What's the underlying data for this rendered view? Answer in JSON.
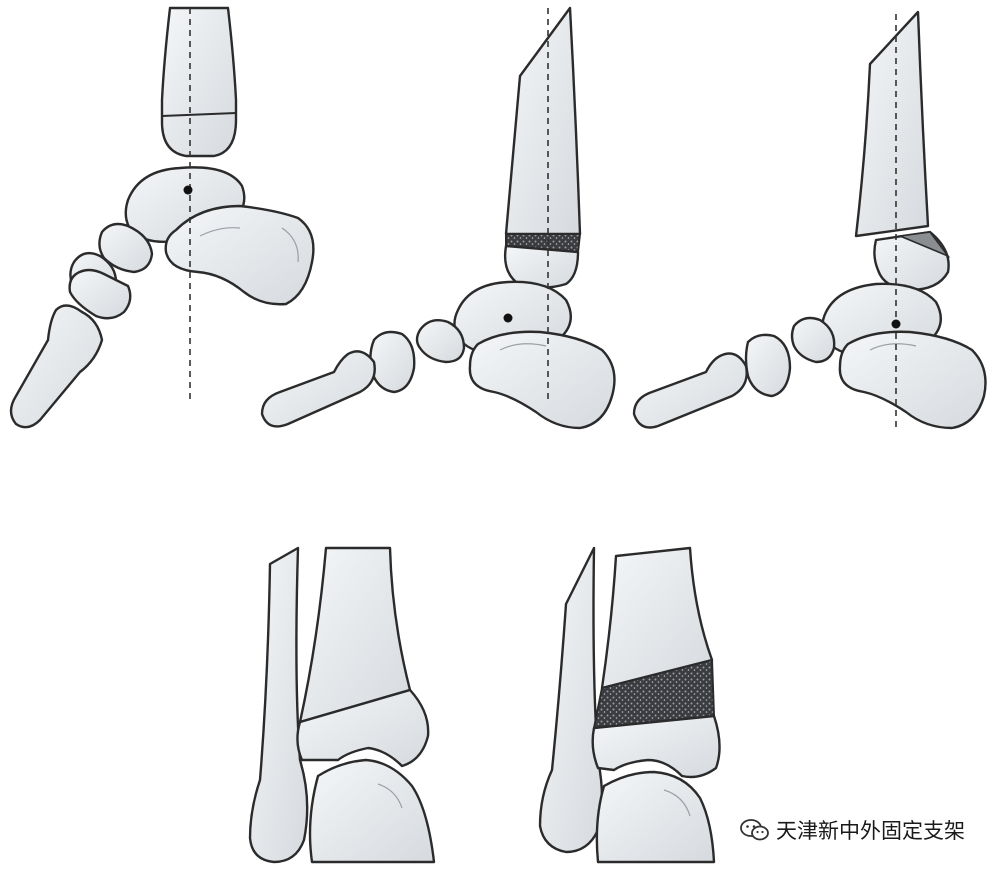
{
  "watermark": {
    "icon": "wechat-icon",
    "text": "天津新中外固定支架"
  },
  "figures": {
    "top": [
      "lateral-ankle-untreated",
      "lateral-ankle-wedge-graft",
      "lateral-ankle-osteotomy"
    ],
    "bottom": [
      "ap-ankle-normal",
      "ap-ankle-graft"
    ]
  }
}
